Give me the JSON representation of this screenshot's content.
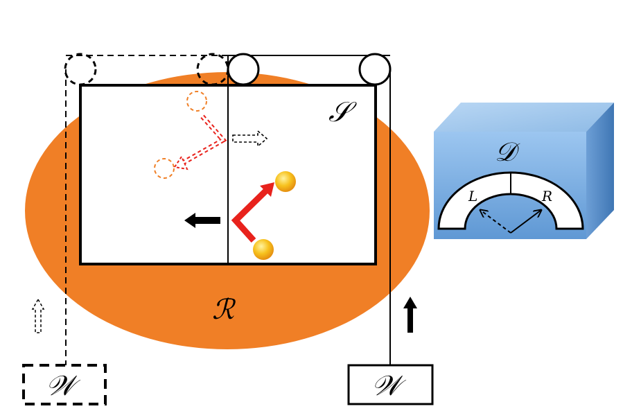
{
  "labels": {
    "system": "𝒮",
    "reservoir": "ℛ",
    "demon": "𝒟",
    "weight_left": "𝒲",
    "weight_right": "𝒲",
    "demon_left": "L",
    "demon_right": "R"
  },
  "colors": {
    "reservoir": "#f07f26",
    "particle": "#f6b51a",
    "particle_path": "#e8221c",
    "faded_particle": "#f07f26",
    "faded_path": "#e8221c",
    "demon_box_front": "#6ea6dc",
    "demon_box_top": "#9fc4ea",
    "demon_box_side": "#4f86c2",
    "outline": "#000000",
    "background": "#ffffff"
  },
  "icons": {
    "pulley": "circle",
    "arrow_up_solid": "arrow-up-icon",
    "arrow_up_hollow": "hollow-arrow-up-icon",
    "arrow_left_solid": "arrow-left-icon",
    "arrow_right_hollow": "hollow-arrow-right-icon"
  }
}
